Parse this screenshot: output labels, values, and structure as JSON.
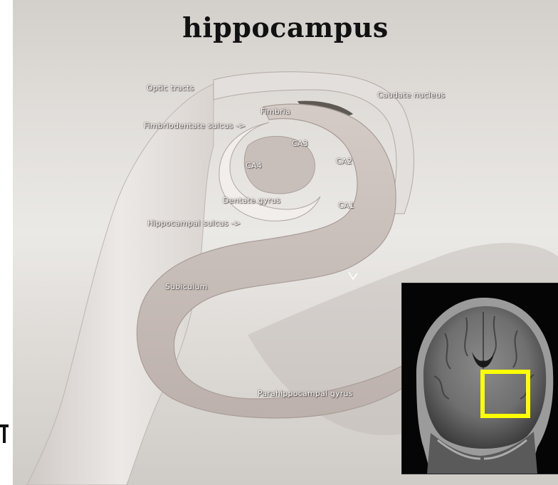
{
  "title": "hippocampus",
  "labels": {
    "optic_tracts": "Optic tracts",
    "caudate_nucleus": "Caudate nucleus",
    "fimbria": "Fimbria",
    "fimbriodentate_sulcus": "Fimbriodentate sulcus ->",
    "ca3": "CA3",
    "ca4": "CA4",
    "ca2": "CA2",
    "dentate_gyrus": "Dentate gyrus",
    "ca1": "CA1",
    "hippocampal_sulcus": "Hippocampal sulcus ->",
    "subiculum": "Subiculum",
    "parahippocampal_gyrus": "Parahippocampal gyrus"
  },
  "colors": {
    "background_light": "#ebe9e6",
    "tissue": "#c7bdb8",
    "tissue_edge": "#a89c97",
    "highlight_box": "#ffff00",
    "title_text": "#111111"
  },
  "icons": {
    "mri_inset": "coronal-mri-brain-slice",
    "highlight": "yellow-square-outline"
  }
}
